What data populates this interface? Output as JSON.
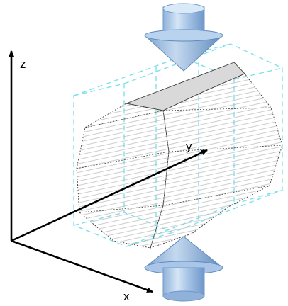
{
  "axes": {
    "x_label": "x",
    "y_label": "y",
    "z_label": "z"
  },
  "colors": {
    "axis": "#000000",
    "bounding_box": "#7fe0ec",
    "solid_outline": "#3a3a3a",
    "hatch": "#b8b8b8",
    "top_face": "#d9d9d9",
    "arrow_light": "#cfe1f2",
    "arrow_mid": "#9bbbe0",
    "arrow_dark": "#6f98c9"
  },
  "icons": {
    "top_arrow": "down-arrow-icon",
    "bottom_arrow": "up-arrow-icon"
  }
}
